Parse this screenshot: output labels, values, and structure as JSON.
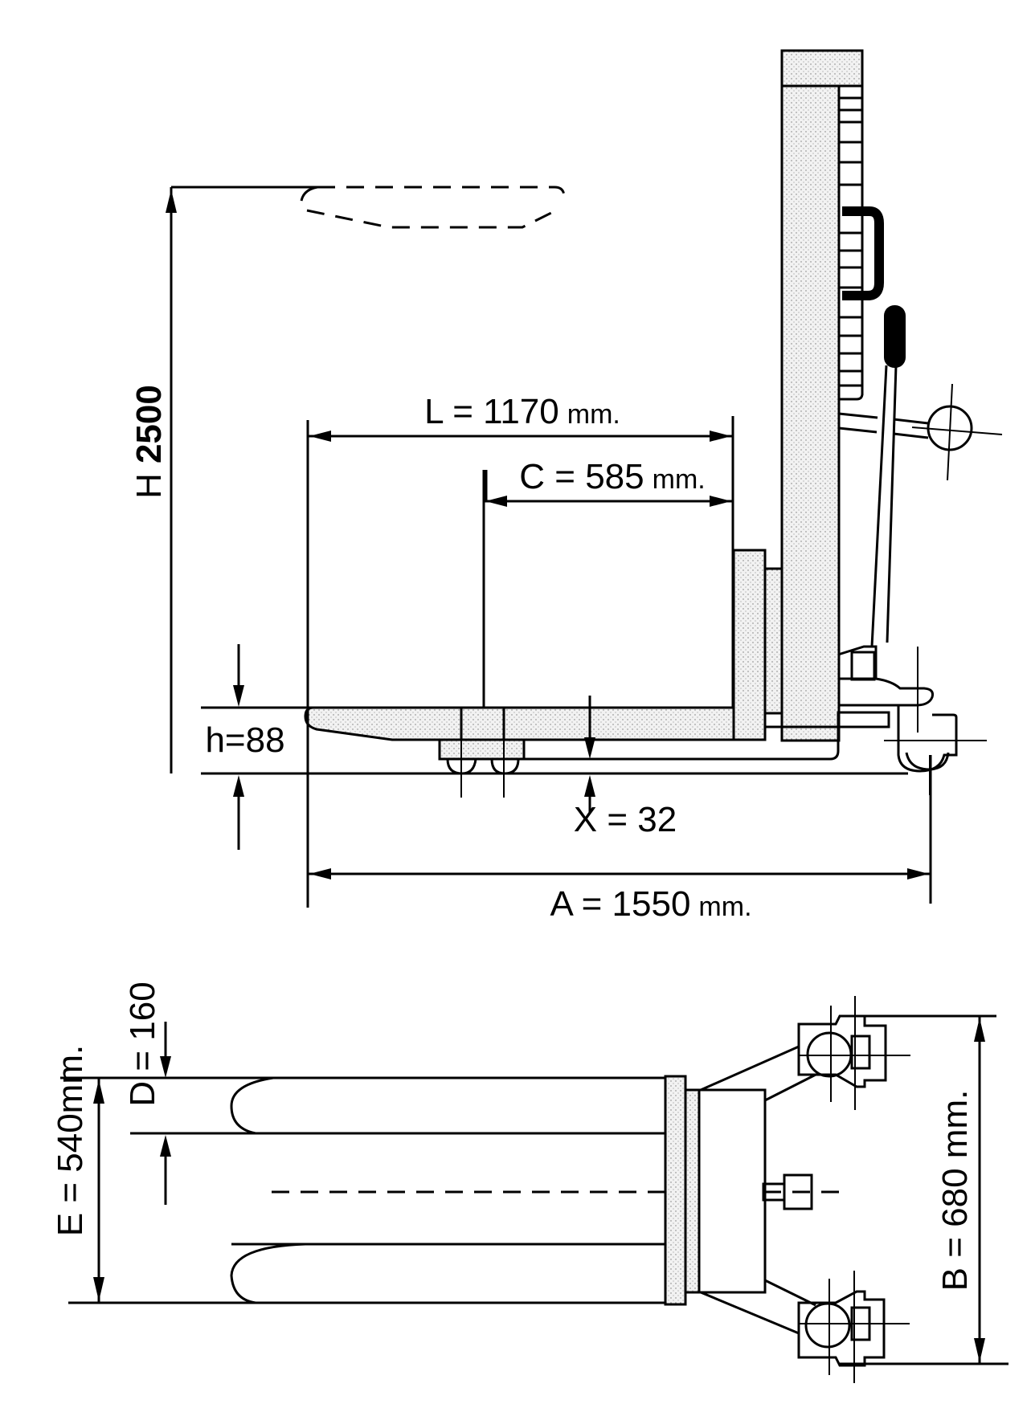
{
  "side_view": {
    "height_label": "H",
    "height_value": "2500",
    "length_label": "L = 1170",
    "length_unit": "mm.",
    "center_label": "C = 585",
    "center_unit": "mm.",
    "fork_height_label": "h=88",
    "clearance_label": "X = 32",
    "overall_length_label": "A = 1550",
    "overall_length_unit": "mm."
  },
  "top_view": {
    "fork_width_label": "D = 160",
    "outer_width_label": "E = 540mm.",
    "overall_width_label": "B = 680 mm."
  },
  "colors": {
    "line": "#000000",
    "stipple": "#eeeeee",
    "background": "#ffffff"
  }
}
